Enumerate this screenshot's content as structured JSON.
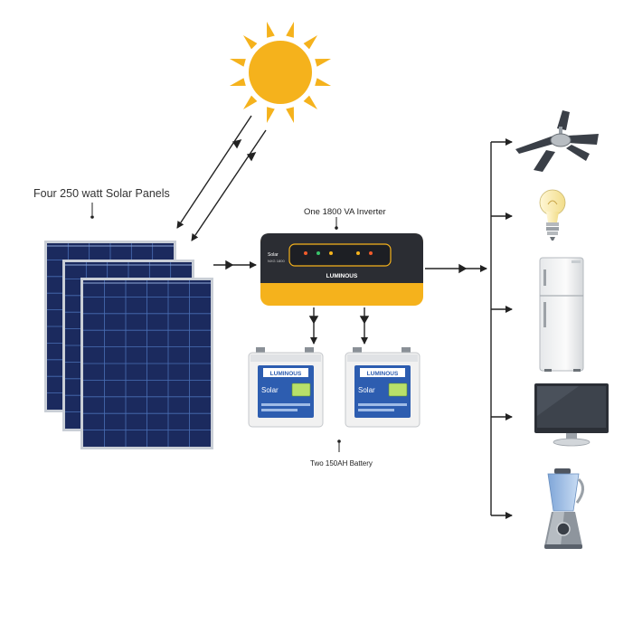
{
  "labels": {
    "panels": "Four 250 watt Solar Panels",
    "inverter": "One 1800 VA Inverter",
    "battery": "Two 150AH Battery"
  },
  "inverter": {
    "brand": "LUMINOUS",
    "model_line1": "Solar",
    "model_line2": "NXG 1800"
  },
  "battery": {
    "brand": "LUMINOUS",
    "badge": "Solar"
  },
  "appliances": [
    "ceiling-fan",
    "light-bulb",
    "refrigerator",
    "monitor",
    "blender"
  ],
  "colors": {
    "sun": "#f5b21c",
    "panel_cell": "#1b2a5e",
    "panel_frame": "#c9ced6",
    "inverter_body": "#f5b21c",
    "inverter_top": "#2b2d33",
    "battery_body": "#f1f1f1",
    "battery_label": "#2d5db0",
    "line": "#222222"
  }
}
